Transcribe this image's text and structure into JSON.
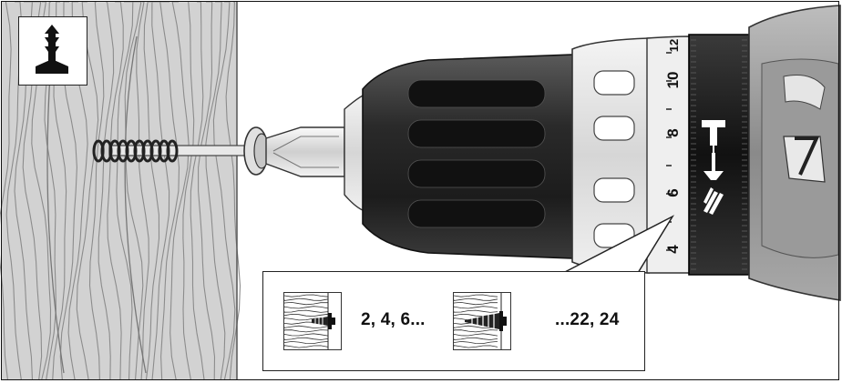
{
  "callout": {
    "low_label": "2, 4, 6...",
    "high_label": "...22, 24"
  },
  "torque_ring": {
    "numbers": [
      "4",
      "6",
      "8",
      "10",
      "12"
    ]
  },
  "icons": {
    "mode": "screwdriving-mode-icon",
    "low": "shallow-screw-depth-icon",
    "high": "deep-screw-depth-icon",
    "ring_symbols": [
      "hammer-drill-icon",
      "screwdriver-icon",
      "drill-icon"
    ]
  },
  "colors": {
    "wood": "#cfcfcf",
    "drill_body": "#2b2b2b",
    "chuck_grey": "#e2e2e2"
  }
}
